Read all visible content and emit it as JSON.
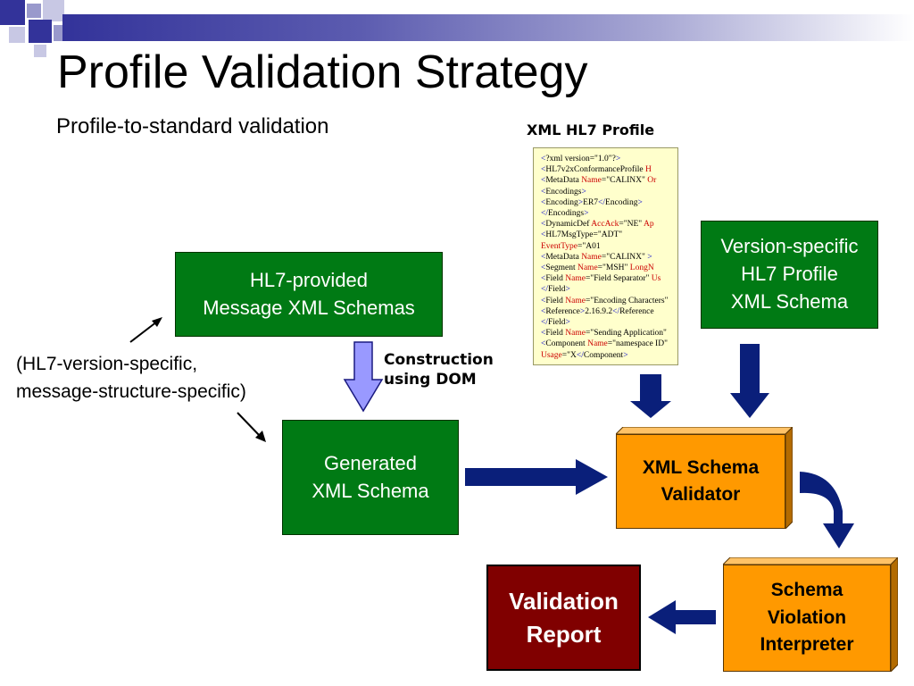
{
  "slide": {
    "title": "Profile Validation Strategy",
    "subtitle": "Profile-to-standard validation",
    "colors": {
      "green": "#007a14",
      "orange": "#ff9900",
      "report": "#800000",
      "arrow": "#0a1f7a",
      "xml_bg": "#ffffcc",
      "title_bar": "#33339a"
    }
  },
  "boxes": {
    "hl7_schemas": "HL7-provided\nMessage XML Schemas",
    "version_profile": "Version-specific\nHL7 Profile\nXML Schema",
    "generated": "Generated\nXML Schema",
    "validator": "XML Schema\nValidator",
    "interpreter": "Schema\nViolation\nInterpreter",
    "report": "Validation\nReport"
  },
  "labels": {
    "side_note": "(HL7-version-specific,\nmessage-structure-specific)",
    "construction": "Construction\nusing DOM",
    "xml_profile_title": "XML HL7 Profile"
  },
  "xml_lines": [
    "<?xml version=\"1.0\"?>",
    "<HL7v2xConformanceProfile H",
    "<MetaData Name=\"CALINX\" Or",
    "<Encodings>",
    "<Encoding>ER7</Encoding>",
    "</Encodings>",
    "<DynamicDef AccAck=\"NE\" Ap",
    "<HL7MsgType=\"ADT\"",
    "EventType=\"A01",
    "<MetaData Name=\"CALINX\" >",
    "<Segment Name=\"MSH\" LongN",
    "<Field Name=\"Field Separator\" Us",
    "</Field>",
    "<Field Name=\"Encoding Characters\"",
    "<Reference>2.16.9.2</Reference",
    "</Field>",
    "<Field Name=\"Sending Application\"",
    "<Component Name=\"namespace ID\"",
    "Usage=\"X</Component>"
  ]
}
